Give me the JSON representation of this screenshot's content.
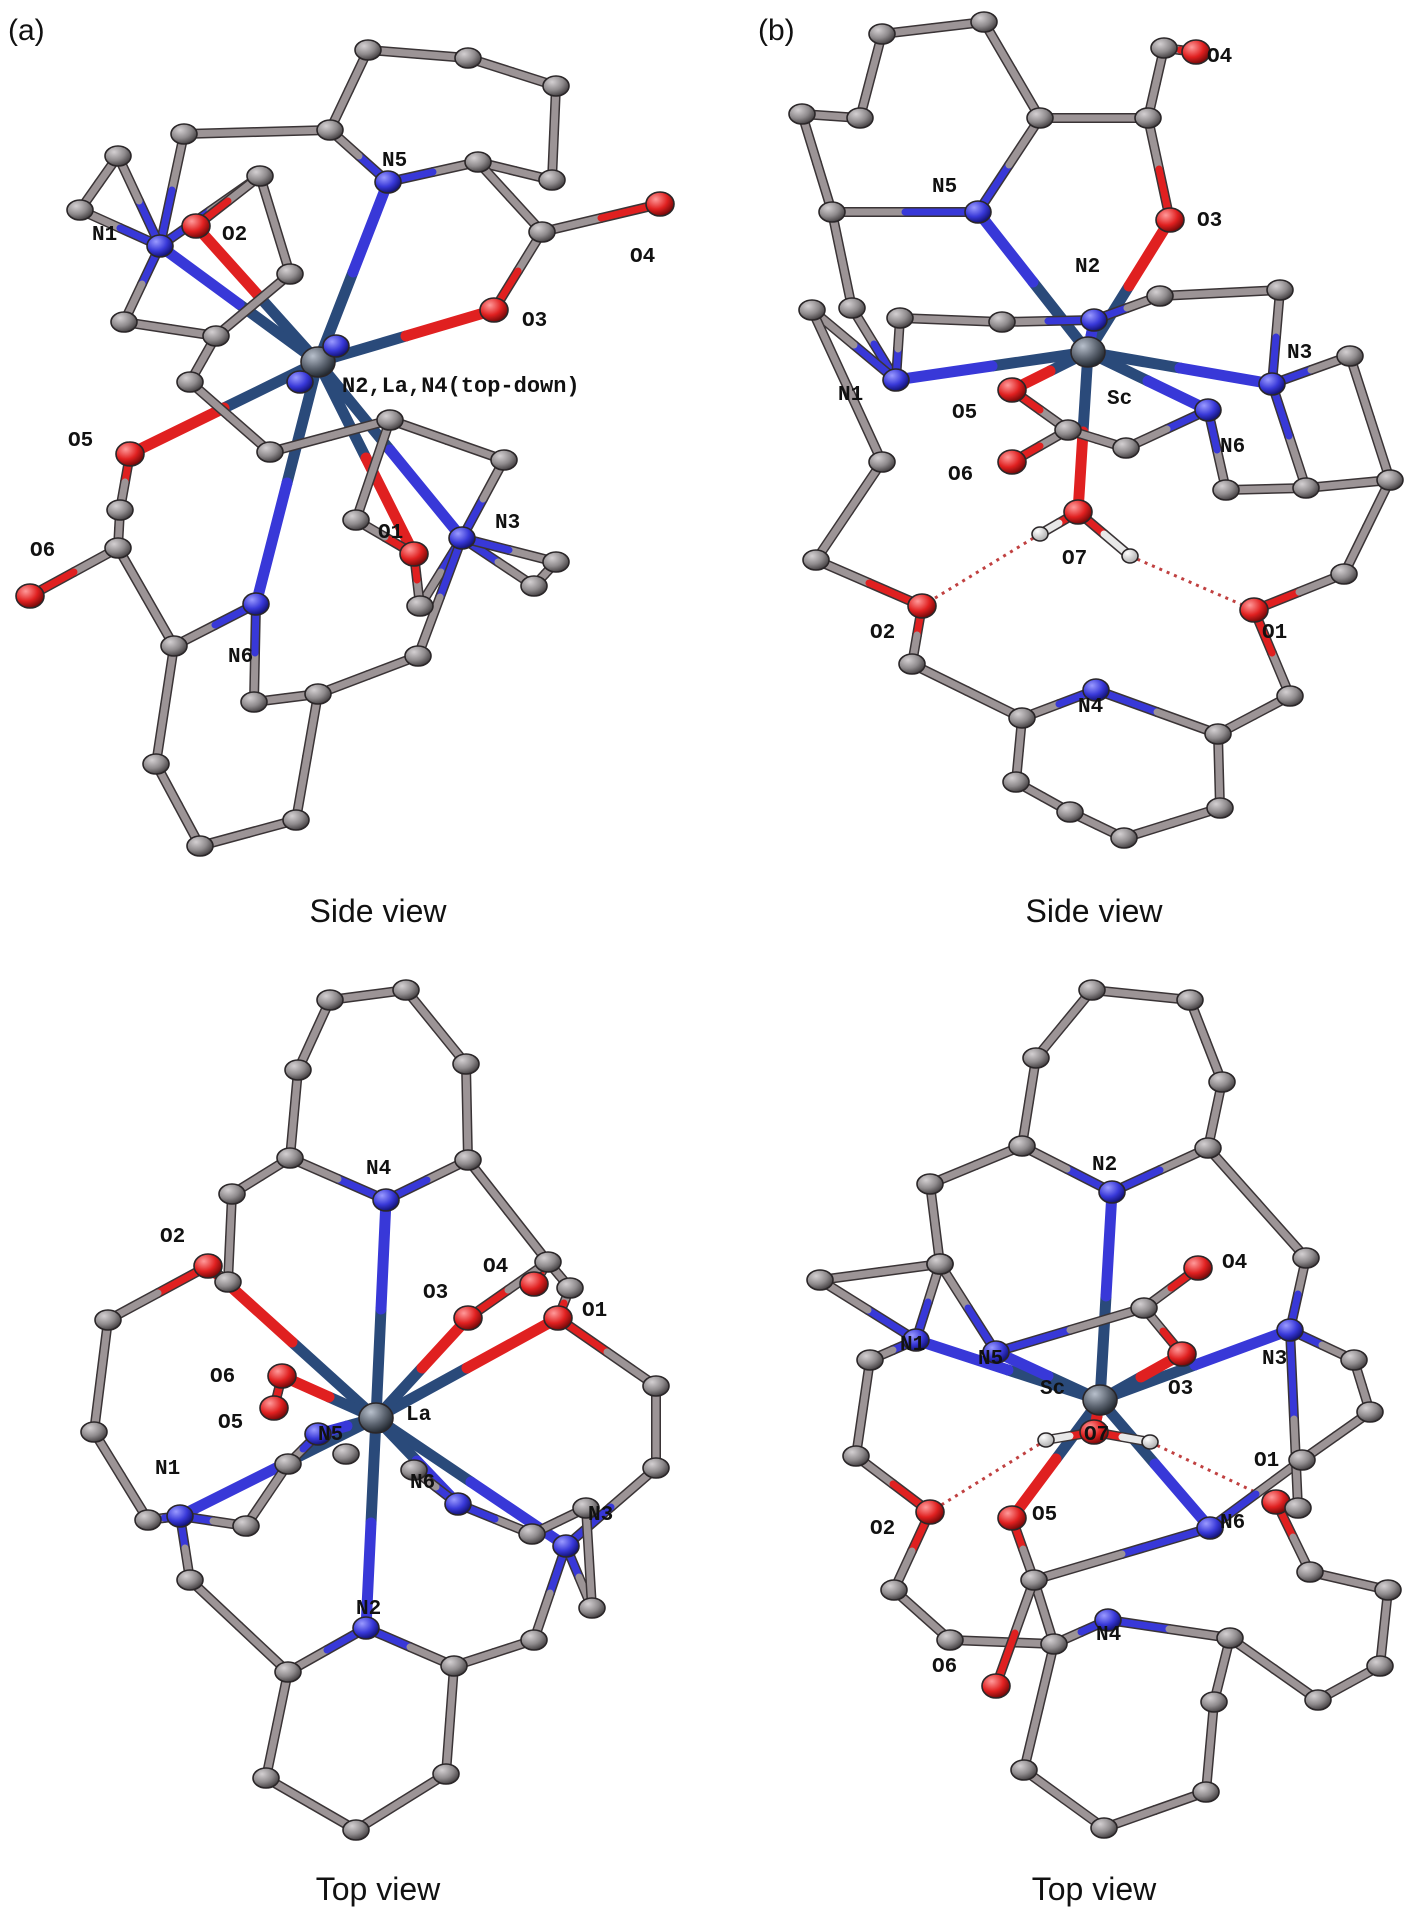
{
  "panels": {
    "a": {
      "letter": "(a)",
      "side_caption": "Side view",
      "top_caption": "Top view",
      "metal": "La",
      "side_labels": {
        "N1": "N1",
        "N3": "N3",
        "N5": "N5",
        "N6": "N6",
        "O1": "O1",
        "O2": "O2",
        "O3": "O3",
        "O4": "O4",
        "O5": "O5",
        "O6": "O6",
        "center": "N2,La,N4(top-down)"
      },
      "top_labels": {
        "N1": "N1",
        "N2": "N2",
        "N3": "N3",
        "N4": "N4",
        "N5": "N5",
        "N6": "N6",
        "O1": "O1",
        "O2": "O2",
        "O3": "O3",
        "O4": "O4",
        "O5": "O5",
        "O6": "O6",
        "La": "La"
      }
    },
    "b": {
      "letter": "(b)",
      "side_caption": "Side view",
      "top_caption": "Top view",
      "metal": "Sc",
      "side_labels": {
        "N1": "N1",
        "N2": "N2",
        "N3": "N3",
        "N4": "N4",
        "N5": "N5",
        "N6": "N6",
        "O1": "O1",
        "O2": "O2",
        "O3": "O3",
        "O4": "O4",
        "O5": "O5",
        "O6": "O6",
        "O7": "O7",
        "Sc": "Sc"
      },
      "top_labels": {
        "N1": "N1",
        "N2": "N2",
        "N3": "N3",
        "N4": "N4",
        "N5": "N5",
        "N6": "N6",
        "O1": "O1",
        "O2": "O2",
        "O3": "O3",
        "O4": "O4",
        "O5": "O5",
        "O6": "O6",
        "O7": "O7",
        "Sc": "Sc"
      }
    }
  },
  "colors": {
    "carbon": "#8e8a8c",
    "bond_carbon": "#9c9496",
    "nitrogen": "#3838d8",
    "oxygen": "#e02020",
    "metal": "#5c6470",
    "hydrogen": "#e8e8e8",
    "metal_bond": "#2a4a7a"
  }
}
